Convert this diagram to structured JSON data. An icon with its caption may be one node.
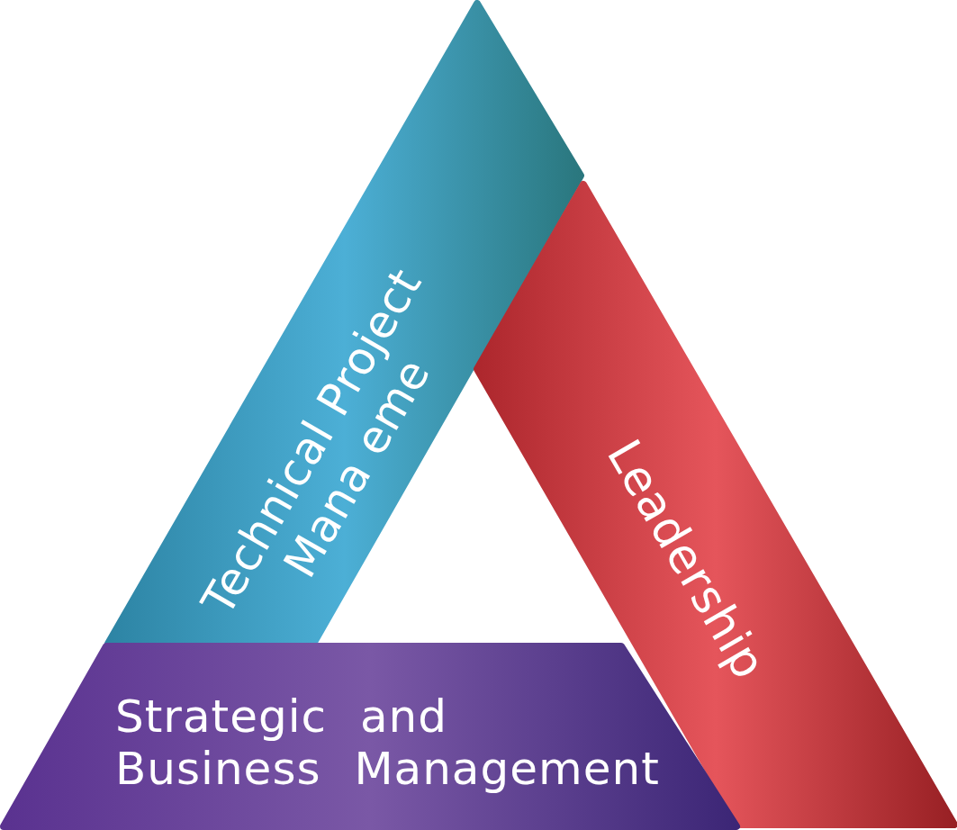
{
  "diagram": {
    "nodes": [
      {
        "text": [
          "Technical Project Mana eme"
        ]
      },
      {
        "text": [
          "Leadership"
        ]
      },
      {
        "text": [
          "Strategic and Business Management"
        ]
      }
    ]
  }
}
